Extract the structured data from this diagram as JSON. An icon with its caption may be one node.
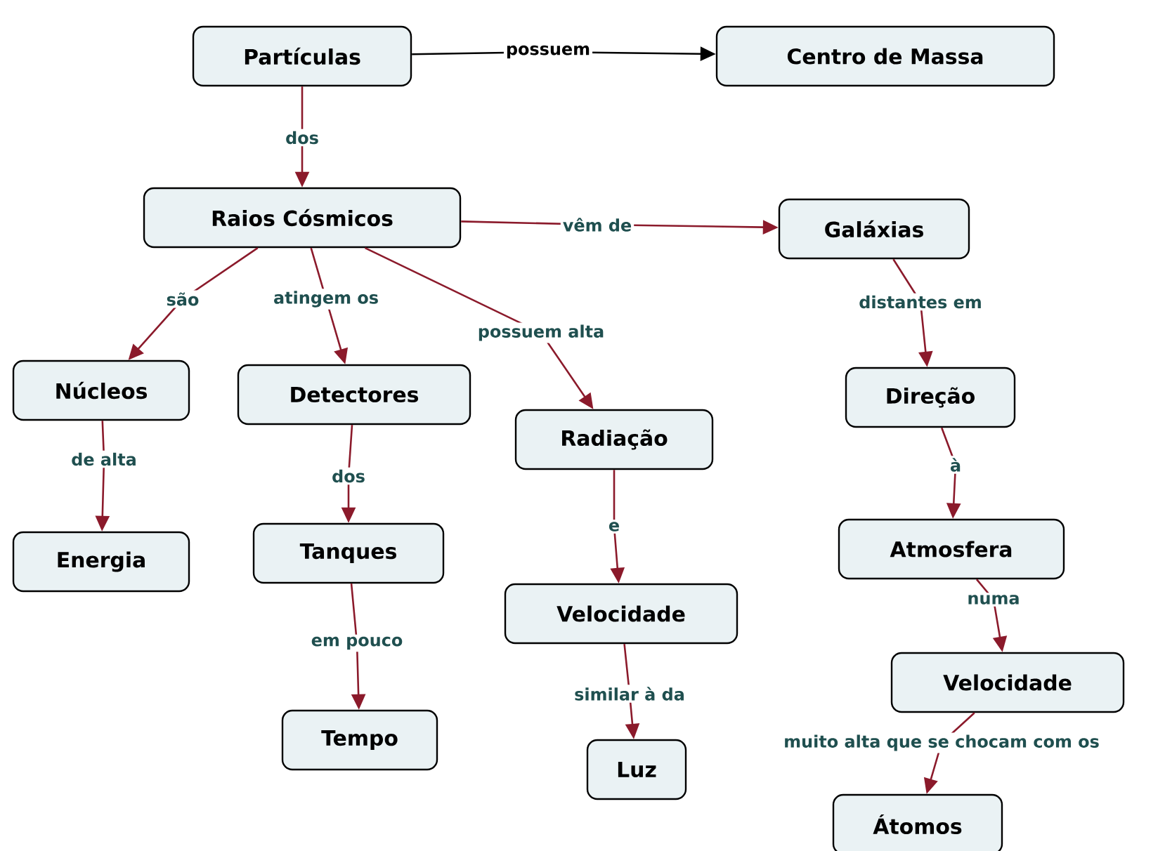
{
  "diagram": {
    "nodes": [
      {
        "text": [
          "Partículas"
        ]
      },
      {
        "text": [
          "Centro de Massa"
        ]
      },
      {
        "text": [
          "Raios Cósmicos"
        ]
      },
      {
        "text": [
          "Galáxias"
        ]
      },
      {
        "text": [
          "Núcleos"
        ]
      },
      {
        "text": [
          "Detectores"
        ]
      },
      {
        "text": [
          "Radiação"
        ]
      },
      {
        "text": [
          "Direção"
        ]
      },
      {
        "text": [
          "Energia"
        ]
      },
      {
        "text": [
          "Tanques"
        ]
      },
      {
        "text": [
          "Velocidade"
        ]
      },
      {
        "text": [
          "Atmosfera"
        ]
      },
      {
        "text": [
          "Tempo"
        ]
      },
      {
        "text": [
          "Luz"
        ]
      },
      {
        "text": [
          "Velocidade"
        ]
      },
      {
        "text": [
          "Átomos"
        ]
      }
    ],
    "edges": [
      {
        "from": 0,
        "to": 1,
        "arrow": "to",
        "label": "possuem",
        "color": "#000000"
      },
      {
        "from": 0,
        "to": 2,
        "arrow": "to",
        "label": "dos"
      },
      {
        "from": 2,
        "to": 3,
        "arrow": "to",
        "label": "vêm de"
      },
      {
        "from": 2,
        "to": 4,
        "arrow": "to",
        "label": "são"
      },
      {
        "from": 2,
        "to": 5,
        "arrow": "to",
        "label": "atingem os"
      },
      {
        "from": 2,
        "to": 6,
        "arrow": "to",
        "label": "possuem alta"
      },
      {
        "from": 3,
        "to": 7,
        "arrow": "to",
        "label": "distantes em"
      },
      {
        "from": 4,
        "to": 8,
        "arrow": "to",
        "label": "de alta"
      },
      {
        "from": 5,
        "to": 9,
        "arrow": "to",
        "label": "dos"
      },
      {
        "from": 6,
        "to": 10,
        "arrow": "to",
        "label": "e"
      },
      {
        "from": 7,
        "to": 11,
        "arrow": "to",
        "label": "à"
      },
      {
        "from": 11,
        "to": 14,
        "arrow": "to",
        "label": "numa"
      },
      {
        "from": 9,
        "to": 12,
        "arrow": "to",
        "label": "em pouco"
      },
      {
        "from": 10,
        "to": 13,
        "arrow": "to",
        "label": "similar à da"
      },
      {
        "from": 14,
        "to": 15,
        "arrow": "to",
        "label": "muito alta que se chocam com os"
      }
    ]
  }
}
